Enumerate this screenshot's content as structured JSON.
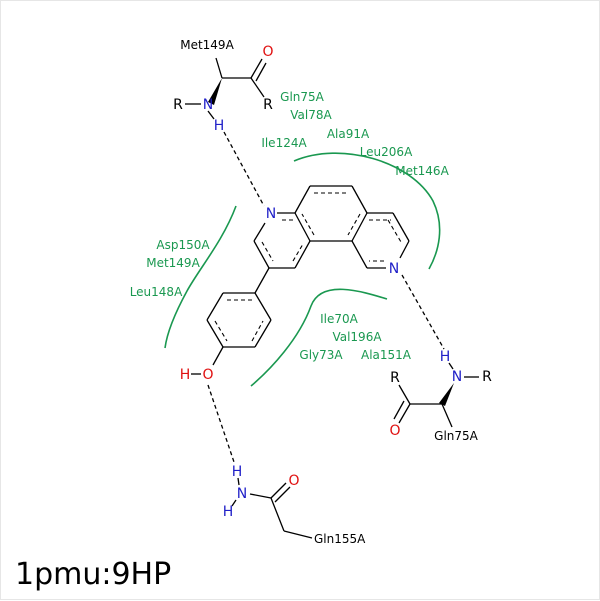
{
  "colors": {
    "nitrogen": "#2020c8",
    "oxygen": "#e01010",
    "hydrophobic_label": "#1a9850",
    "bond": "#000000"
  },
  "atoms": {
    "n_top": "N",
    "h_top": "H",
    "r_top_left": "R",
    "r_top_right": "R",
    "o_top": "O",
    "n_ring1": "N",
    "n_ring2": "N",
    "h_right": "H",
    "n_right": "N",
    "r_right": "R",
    "r_right_left": "R",
    "o_right": "O",
    "o_phenol": "O",
    "h_phenol": "H",
    "h_amide1": "H",
    "n_amide": "N",
    "h_amide2": "H",
    "o_amide": "O"
  },
  "residues": {
    "met149a_top": "Met149A",
    "gln75a_bottom": "Gln75A",
    "gln155a": "Gln155A"
  },
  "hydrophobic": {
    "top": [
      "Gln75A",
      "Val78A",
      "Ala91A",
      "Ile124A",
      "Leu206A",
      "Met146A"
    ],
    "left": [
      "Asp150A",
      "Met149A",
      "Leu148A"
    ],
    "bottom": [
      "Ile70A",
      "Val196A",
      "Gly73A",
      "Ala151A"
    ]
  },
  "caption": "1pmu:9HP"
}
